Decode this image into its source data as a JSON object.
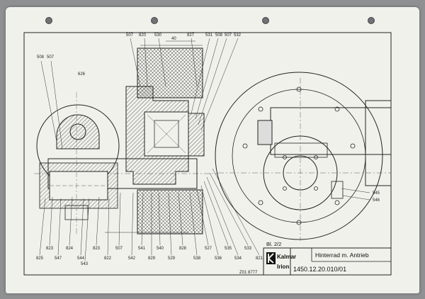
{
  "drawing": {
    "sheet": "Bl. 2/2",
    "title": "Hinterrad m. Antrieb",
    "number": "1450.12.20.010/01",
    "stamp": "Z01 8777",
    "logo_word1": "Kalmar",
    "logo_word2": "Irion",
    "dimension_note": "40",
    "ref_626": "626"
  },
  "callouts_top": [
    "507",
    "820",
    "530",
    "827",
    "531",
    "508",
    "507",
    "532"
  ],
  "callouts_topleft": [
    "508",
    "507"
  ],
  "callouts_bottom": [
    "825",
    "823",
    "547",
    "824",
    "544",
    "543",
    "823",
    "822",
    "507",
    "542",
    "541",
    "829",
    "540",
    "529",
    "828",
    "538",
    "527",
    "536",
    "535",
    "534",
    "533",
    "821"
  ],
  "callouts_right": [
    "545",
    "546"
  ]
}
